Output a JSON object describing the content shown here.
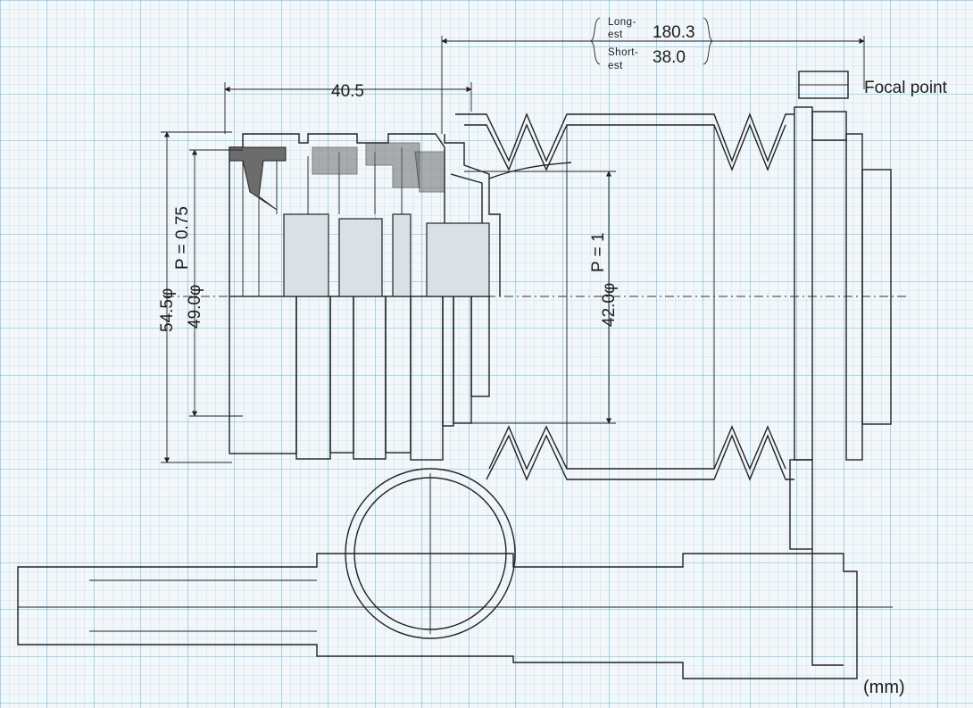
{
  "colors": {
    "paper": "#f3f7fa",
    "grid_minor": "#9ed6ea",
    "grid_major": "#62b6d8",
    "ink": "#1b1b1b"
  },
  "labels": {
    "longest_prefix": "Long-\nest",
    "longest_value": "180.3",
    "shortest_prefix": "Short-\nest",
    "shortest_value": "38.0",
    "focal_point": "Focal point",
    "length_40_5": "40.5",
    "dia_54_5": "54.5φ",
    "dia_49_0": "49.0φ",
    "pitch_0_75": "P = 0.75",
    "dia_42_0": "42.0φ",
    "pitch_1": "P = 1",
    "unit": "(mm)"
  }
}
